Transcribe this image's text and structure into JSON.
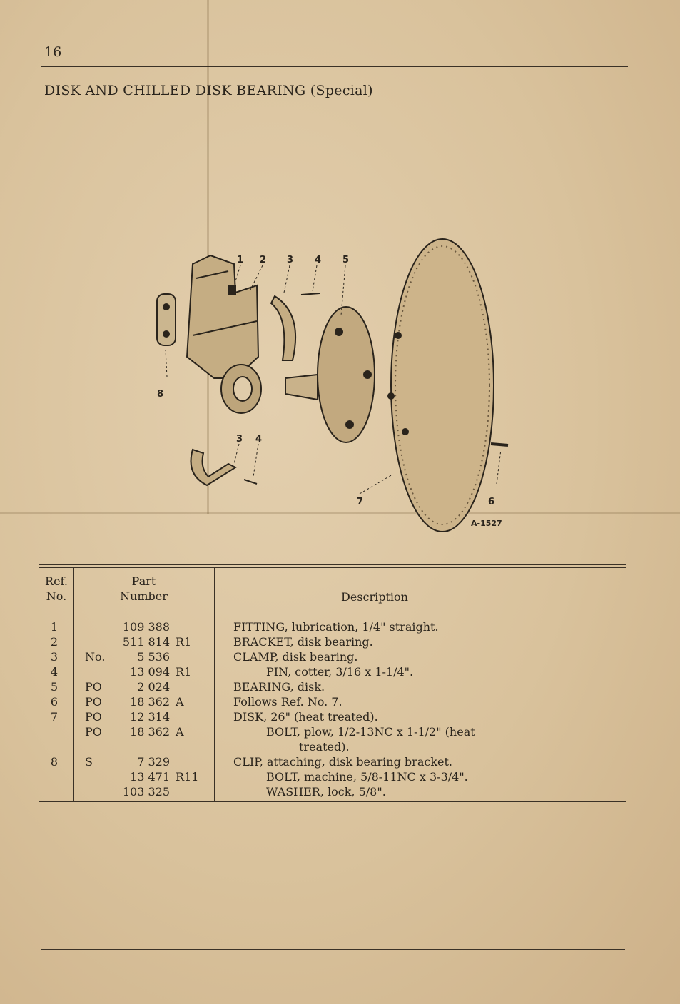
{
  "page": {
    "number": "16",
    "title": "DISK AND CHILLED DISK BEARING (Special)"
  },
  "figure": {
    "code": "A-1527",
    "callouts": [
      "1",
      "2",
      "3",
      "4",
      "5",
      "6",
      "7",
      "8",
      "3",
      "4"
    ]
  },
  "table": {
    "headers": {
      "ref_line1": "Ref.",
      "ref_line2": "No.",
      "part_line1": "Part",
      "part_line2": "Number",
      "description": "Description"
    },
    "rows": [
      {
        "ref": "1",
        "prefix": "",
        "number": "109 388",
        "suffix": "",
        "desc": "FITTING, lubrication, 1/4\" straight.",
        "indent": 0
      },
      {
        "ref": "2",
        "prefix": "",
        "number": "511 814",
        "suffix": "R1",
        "desc": "BRACKET, disk bearing.",
        "indent": 0
      },
      {
        "ref": "3",
        "prefix": "No.",
        "number": "5 536",
        "suffix": "",
        "desc": "CLAMP, disk bearing.",
        "indent": 0
      },
      {
        "ref": "4",
        "prefix": "",
        "number": "13 094",
        "suffix": "R1",
        "desc": "PIN, cotter, 3/16 x 1-1/4\".",
        "indent": 1
      },
      {
        "ref": "5",
        "prefix": "PO",
        "number": "2 024",
        "suffix": "",
        "desc": "BEARING, disk.",
        "indent": 0
      },
      {
        "ref": "6",
        "prefix": "PO",
        "number": "18 362",
        "suffix": "A",
        "desc": "Follows Ref. No. 7.",
        "indent": 0
      },
      {
        "ref": "7",
        "prefix": "PO",
        "number": "12 314",
        "suffix": "",
        "desc": "DISK, 26\" (heat treated).",
        "indent": 0
      },
      {
        "ref": "",
        "prefix": "PO",
        "number": "18 362",
        "suffix": "A",
        "desc": "BOLT, plow, 1/2-13NC x 1-1/2\" (heat",
        "indent": 1
      },
      {
        "ref": "",
        "prefix": "",
        "number": "",
        "suffix": "",
        "desc": "treated).",
        "indent": 2
      },
      {
        "ref": "8",
        "prefix": "S",
        "number": "7 329",
        "suffix": "",
        "desc": "CLIP, attaching, disk bearing bracket.",
        "indent": 0
      },
      {
        "ref": "",
        "prefix": "",
        "number": "13 471",
        "suffix": "R11",
        "desc": "BOLT, machine, 5/8-11NC x 3-3/4\".",
        "indent": 1
      },
      {
        "ref": "",
        "prefix": "",
        "number": "103 325",
        "suffix": "",
        "desc": "WASHER, lock, 5/8\".",
        "indent": 1
      }
    ]
  }
}
